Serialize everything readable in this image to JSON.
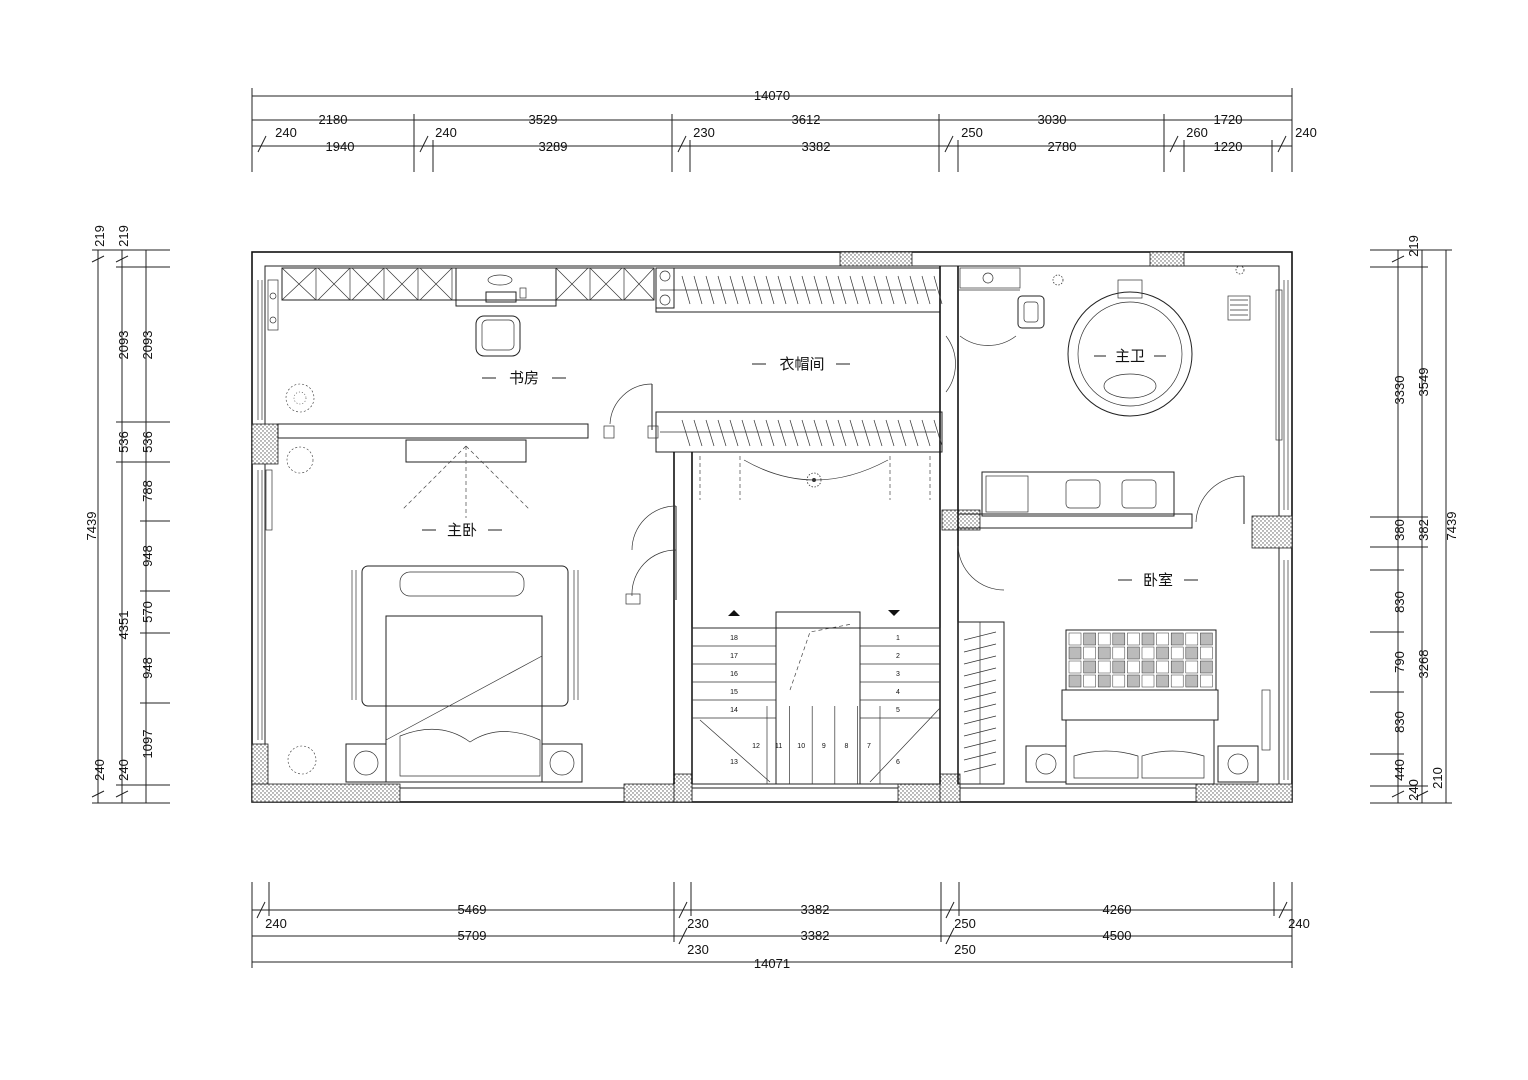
{
  "rooms": {
    "study": "书房",
    "closet": "衣帽间",
    "master_bath": "主卫",
    "master_bedroom": "主卧",
    "bedroom": "卧室"
  },
  "dims": {
    "top_total": "14070",
    "top_row1": [
      "2180",
      "3529",
      "3612",
      "3030",
      "1720"
    ],
    "top_wall": [
      "240",
      "240",
      "230",
      "250",
      "260",
      "240"
    ],
    "top_row2": [
      "1940",
      "3289",
      "3382",
      "2780",
      "1220"
    ],
    "bottom_row1": [
      "5469",
      "3382",
      "4260"
    ],
    "bottom_row1_wall": [
      "240",
      "230",
      "250",
      "240"
    ],
    "bottom_row2": [
      "5709",
      "3382",
      "4500"
    ],
    "bottom_row2_wall": [
      "230",
      "250"
    ],
    "bottom_total": "14071",
    "left_outer": [
      "219",
      "2093",
      "536",
      "4351",
      "240"
    ],
    "left_inner": [
      "219",
      "2093",
      "536",
      "788",
      "948",
      "570",
      "948",
      "1097",
      "240"
    ],
    "left_total": "7439",
    "right_inner": [
      "219",
      "3330",
      "380",
      "830",
      "790",
      "830",
      "440",
      "240"
    ],
    "right_outer": [
      "3549",
      "382",
      "3268",
      "210"
    ],
    "right_total": "7439"
  },
  "stairs": {
    "left_col": [
      "18",
      "17",
      "16",
      "15",
      "14",
      "13"
    ],
    "right_col": [
      "1",
      "2",
      "3",
      "4",
      "5",
      "6"
    ],
    "bottom_row": [
      "12",
      "11",
      "10",
      "9",
      "8",
      "7"
    ]
  },
  "colors": {
    "line": "#222222",
    "hatch": "#555555",
    "background": "#ffffff"
  }
}
